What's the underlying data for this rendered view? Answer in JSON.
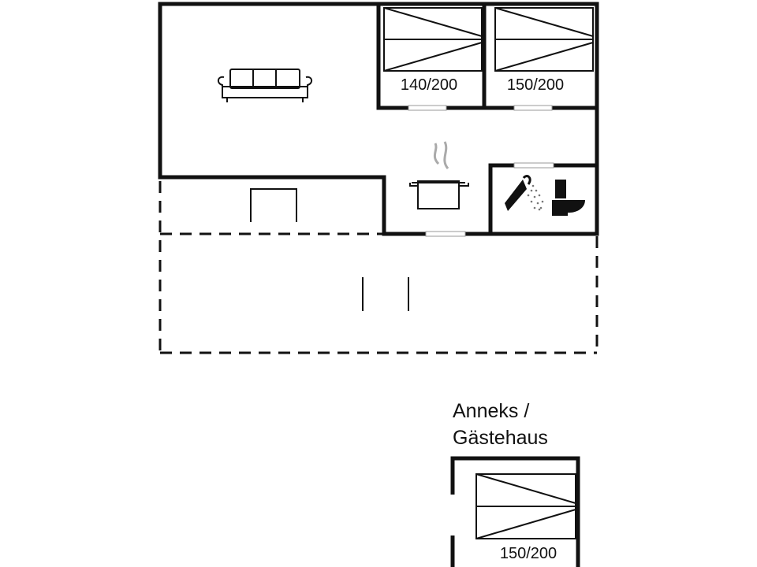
{
  "main_house": {
    "bedrooms": [
      {
        "bed_size": "140/200"
      },
      {
        "bed_size": "150/200"
      }
    ]
  },
  "annex": {
    "title_line1": "Anneks /",
    "title_line2": "Gästehaus",
    "bed_size": "150/200"
  },
  "icons": [
    "sofa-icon",
    "cooking-pot-icon",
    "shower-icon",
    "toilet-icon",
    "bed-icon"
  ]
}
